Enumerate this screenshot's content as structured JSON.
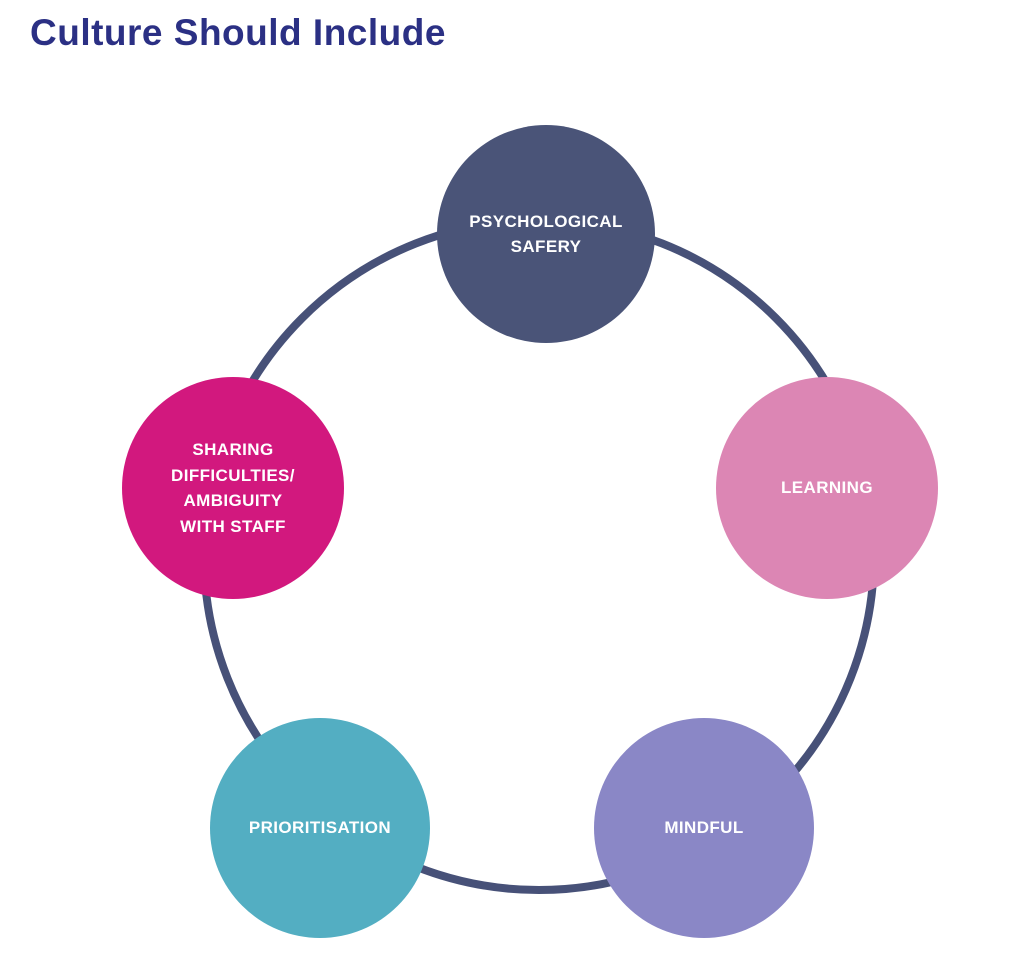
{
  "title": "Culture Should Include",
  "title_color": "#2B3084",
  "diagram": {
    "ring_color": "#475178",
    "nodes": [
      {
        "id": "psychological-safety",
        "label": "PSYCHOLOGICAL\nSAFERY",
        "color": "#4A5478",
        "position": "top"
      },
      {
        "id": "learning",
        "label": "LEARNING",
        "color": "#DC86B4",
        "position": "right"
      },
      {
        "id": "sharing-difficulties",
        "label": "SHARING\nDIFFICULTIES/\nAMBIGUITY\nWITH STAFF",
        "color": "#D2187E",
        "position": "left"
      },
      {
        "id": "prioritisation",
        "label": "PRIORITISATION",
        "color": "#53AEC2",
        "position": "bottom-left"
      },
      {
        "id": "mindful",
        "label": "MINDFUL",
        "color": "#8A87C6",
        "position": "bottom-right"
      }
    ]
  }
}
